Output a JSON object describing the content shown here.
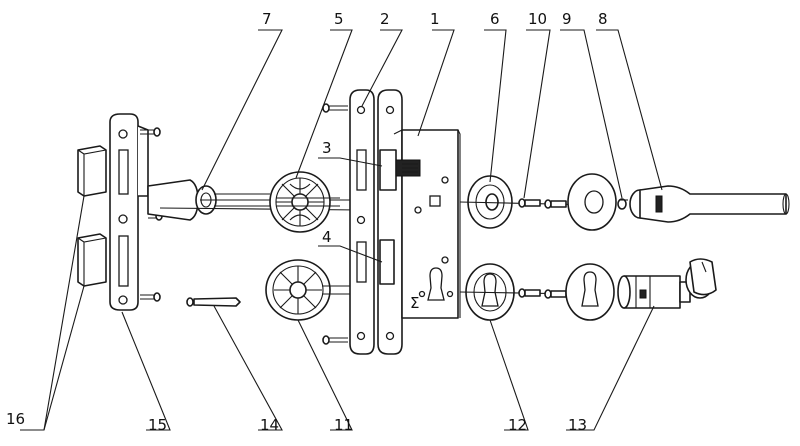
{
  "callouts": [
    {
      "id": "1",
      "text": "1"
    },
    {
      "id": "2",
      "text": "2"
    },
    {
      "id": "3",
      "text": "3"
    },
    {
      "id": "4",
      "text": "4"
    },
    {
      "id": "5",
      "text": "5"
    },
    {
      "id": "6",
      "text": "6"
    },
    {
      "id": "7",
      "text": "7"
    },
    {
      "id": "8",
      "text": "8"
    },
    {
      "id": "9",
      "text": "9"
    },
    {
      "id": "10",
      "text": "10"
    },
    {
      "id": "11",
      "text": "11"
    },
    {
      "id": "12",
      "text": "12"
    },
    {
      "id": "13",
      "text": "13"
    },
    {
      "id": "14",
      "text": "14"
    },
    {
      "id": "15",
      "text": "15"
    },
    {
      "id": "16",
      "text": "16"
    }
  ],
  "lock_body_mark": "Σ"
}
